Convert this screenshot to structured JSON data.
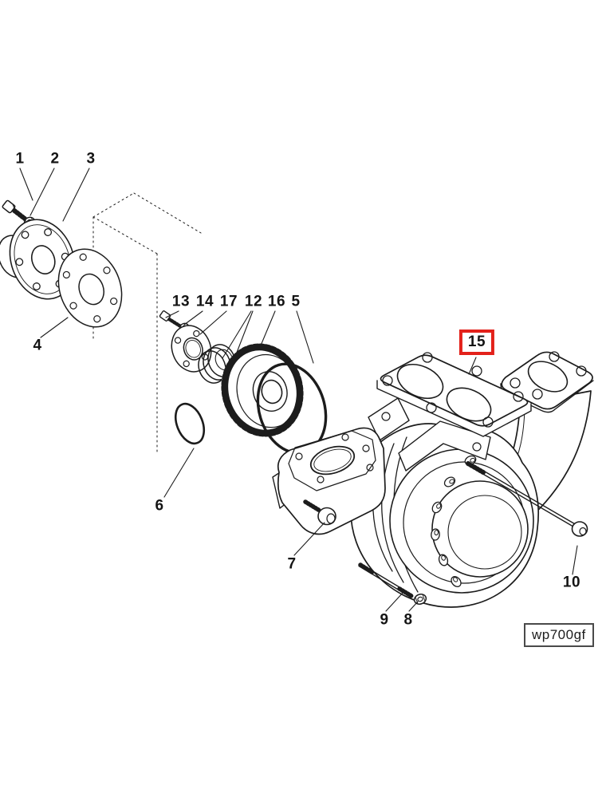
{
  "figure": {
    "code_label": "wp700gf",
    "selected_callout": "15",
    "highlight_color": "#e3211a",
    "line_color": "#1c1c1c",
    "background": "#ffffff"
  },
  "callouts": [
    {
      "label": "1"
    },
    {
      "label": "2"
    },
    {
      "label": "3"
    },
    {
      "label": "4"
    },
    {
      "label": "13"
    },
    {
      "label": "14"
    },
    {
      "label": "17"
    },
    {
      "label": "12"
    },
    {
      "label": "16"
    },
    {
      "label": "5"
    },
    {
      "label": "6"
    },
    {
      "label": "7"
    },
    {
      "label": "9"
    },
    {
      "label": "8"
    },
    {
      "label": "10"
    },
    {
      "label": "15"
    }
  ]
}
